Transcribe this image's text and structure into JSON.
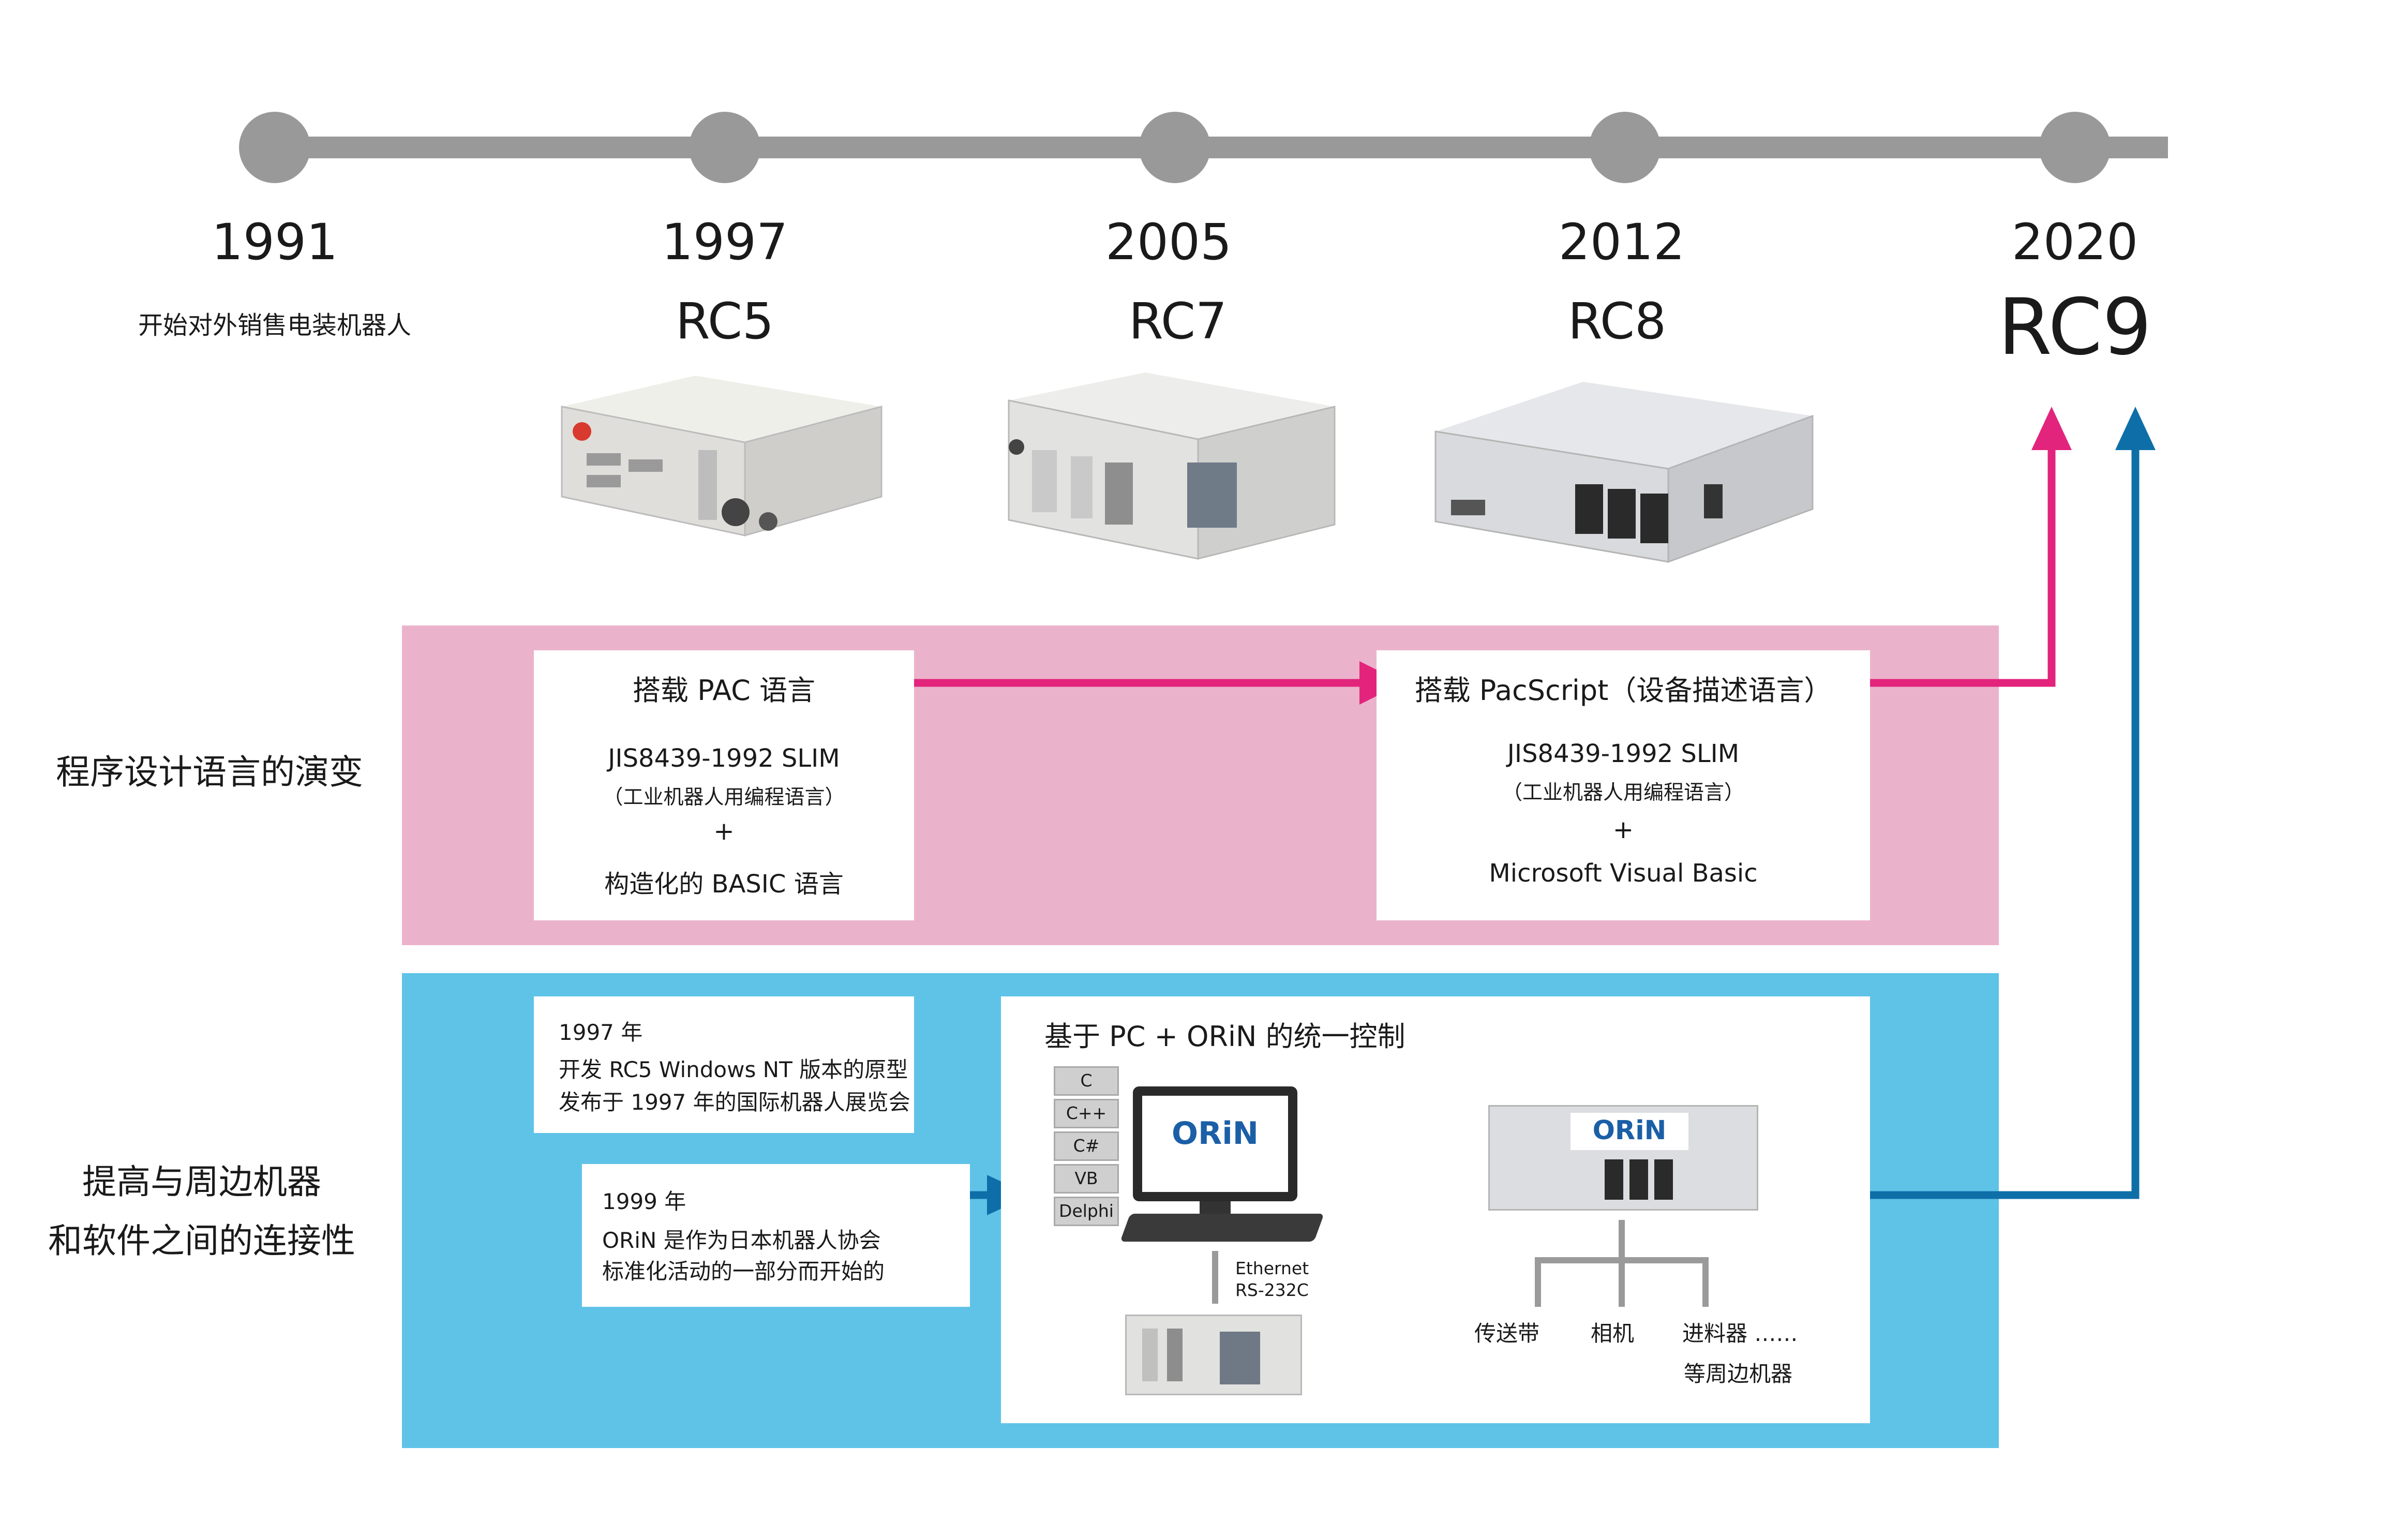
{
  "timeline": [
    {
      "year": "1991",
      "model": "",
      "note": "开始对外销售电装机器人"
    },
    {
      "year": "1997",
      "model": "RC5"
    },
    {
      "year": "2005",
      "model": "RC7"
    },
    {
      "year": "2012",
      "model": "RC8"
    },
    {
      "year": "2020",
      "model": "RC9"
    }
  ],
  "rows": {
    "language_label": "程序设计语言的演变",
    "connectivity_label_1": "提高与周边机器",
    "connectivity_label_2": "和软件之间的连接性"
  },
  "pac_box": {
    "title": "搭载 PAC 语言",
    "line1": "JIS8439-1992 SLIM",
    "line2": "（工业机器人用编程语言）",
    "plus": "+",
    "line3": "构造化的 BASIC 语言"
  },
  "pacscript_box": {
    "title": "搭载 PacScript（设备描述语言）",
    "line1": "JIS8439-1992 SLIM",
    "line2": "（工业机器人用编程语言）",
    "plus": "+",
    "line3": "Microsoft Visual Basic"
  },
  "note_1997": {
    "year": "1997 年",
    "line1": "开发 RC5 Windows NT 版本的原型",
    "line2": "发布于 1997 年的国际机器人展览会"
  },
  "note_1999": {
    "year": "1999 年",
    "line1": "ORiN 是作为日本机器人协会",
    "line2": "标准化活动的一部分而开始的"
  },
  "orin_panel": {
    "title": "基于 PC + ORiN 的统一控制",
    "languages": [
      "C",
      "C++",
      "C#",
      "VB",
      "Delphi"
    ],
    "logo": "ORiN",
    "link_1": "Ethernet",
    "link_2": "RS-232C",
    "devices": [
      "传送带",
      "相机",
      "进料器 ……"
    ],
    "devices_note": "等周边机器"
  },
  "colors": {
    "timeline": "#999999",
    "pink_band": "#ebb3cb",
    "blue_band": "#5fc3e8",
    "pink_arrow": "#e2247c",
    "blue_arrow": "#0e6fa8"
  }
}
